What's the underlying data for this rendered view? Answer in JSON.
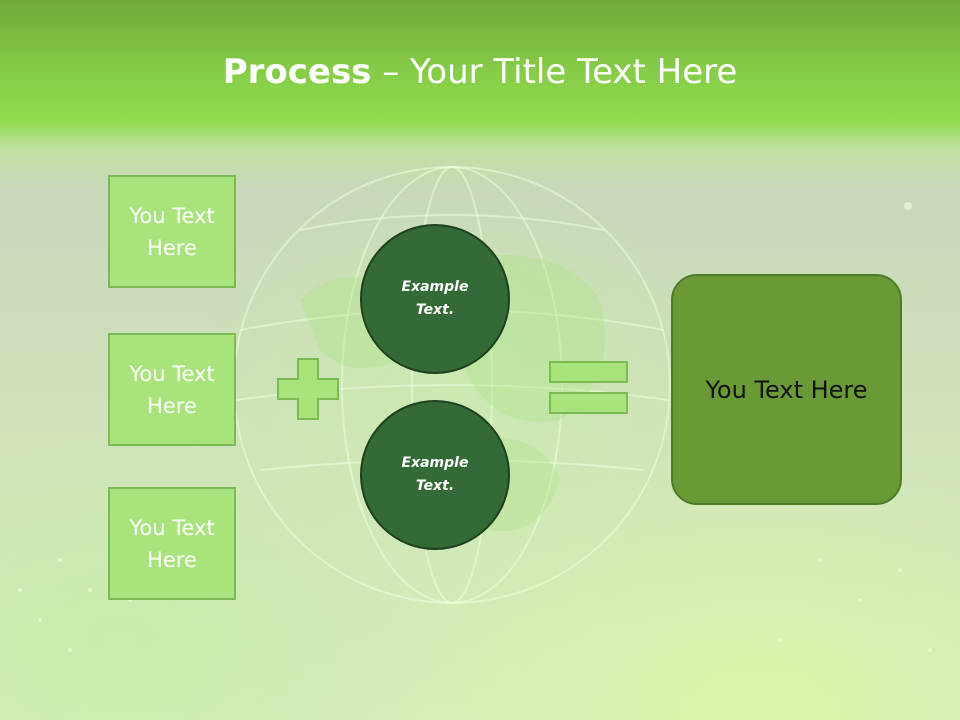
{
  "slide": {
    "title_bold": "Process",
    "title_rest": " – Your Title Text Here"
  },
  "left_boxes": [
    {
      "label": "You Text Here"
    },
    {
      "label": "You Text Here"
    },
    {
      "label": "You Text Here"
    }
  ],
  "circles": [
    {
      "label": "Example Text."
    },
    {
      "label": "Example Text."
    }
  ],
  "operators": {
    "plus": "plus-icon",
    "equals": "equals-icon"
  },
  "result": {
    "label": "You Text Here"
  },
  "colors": {
    "header": "#86cc48",
    "box_fill": "#a8e37c",
    "circle_fill": "#346a36",
    "result_fill": "#6a9a36"
  }
}
